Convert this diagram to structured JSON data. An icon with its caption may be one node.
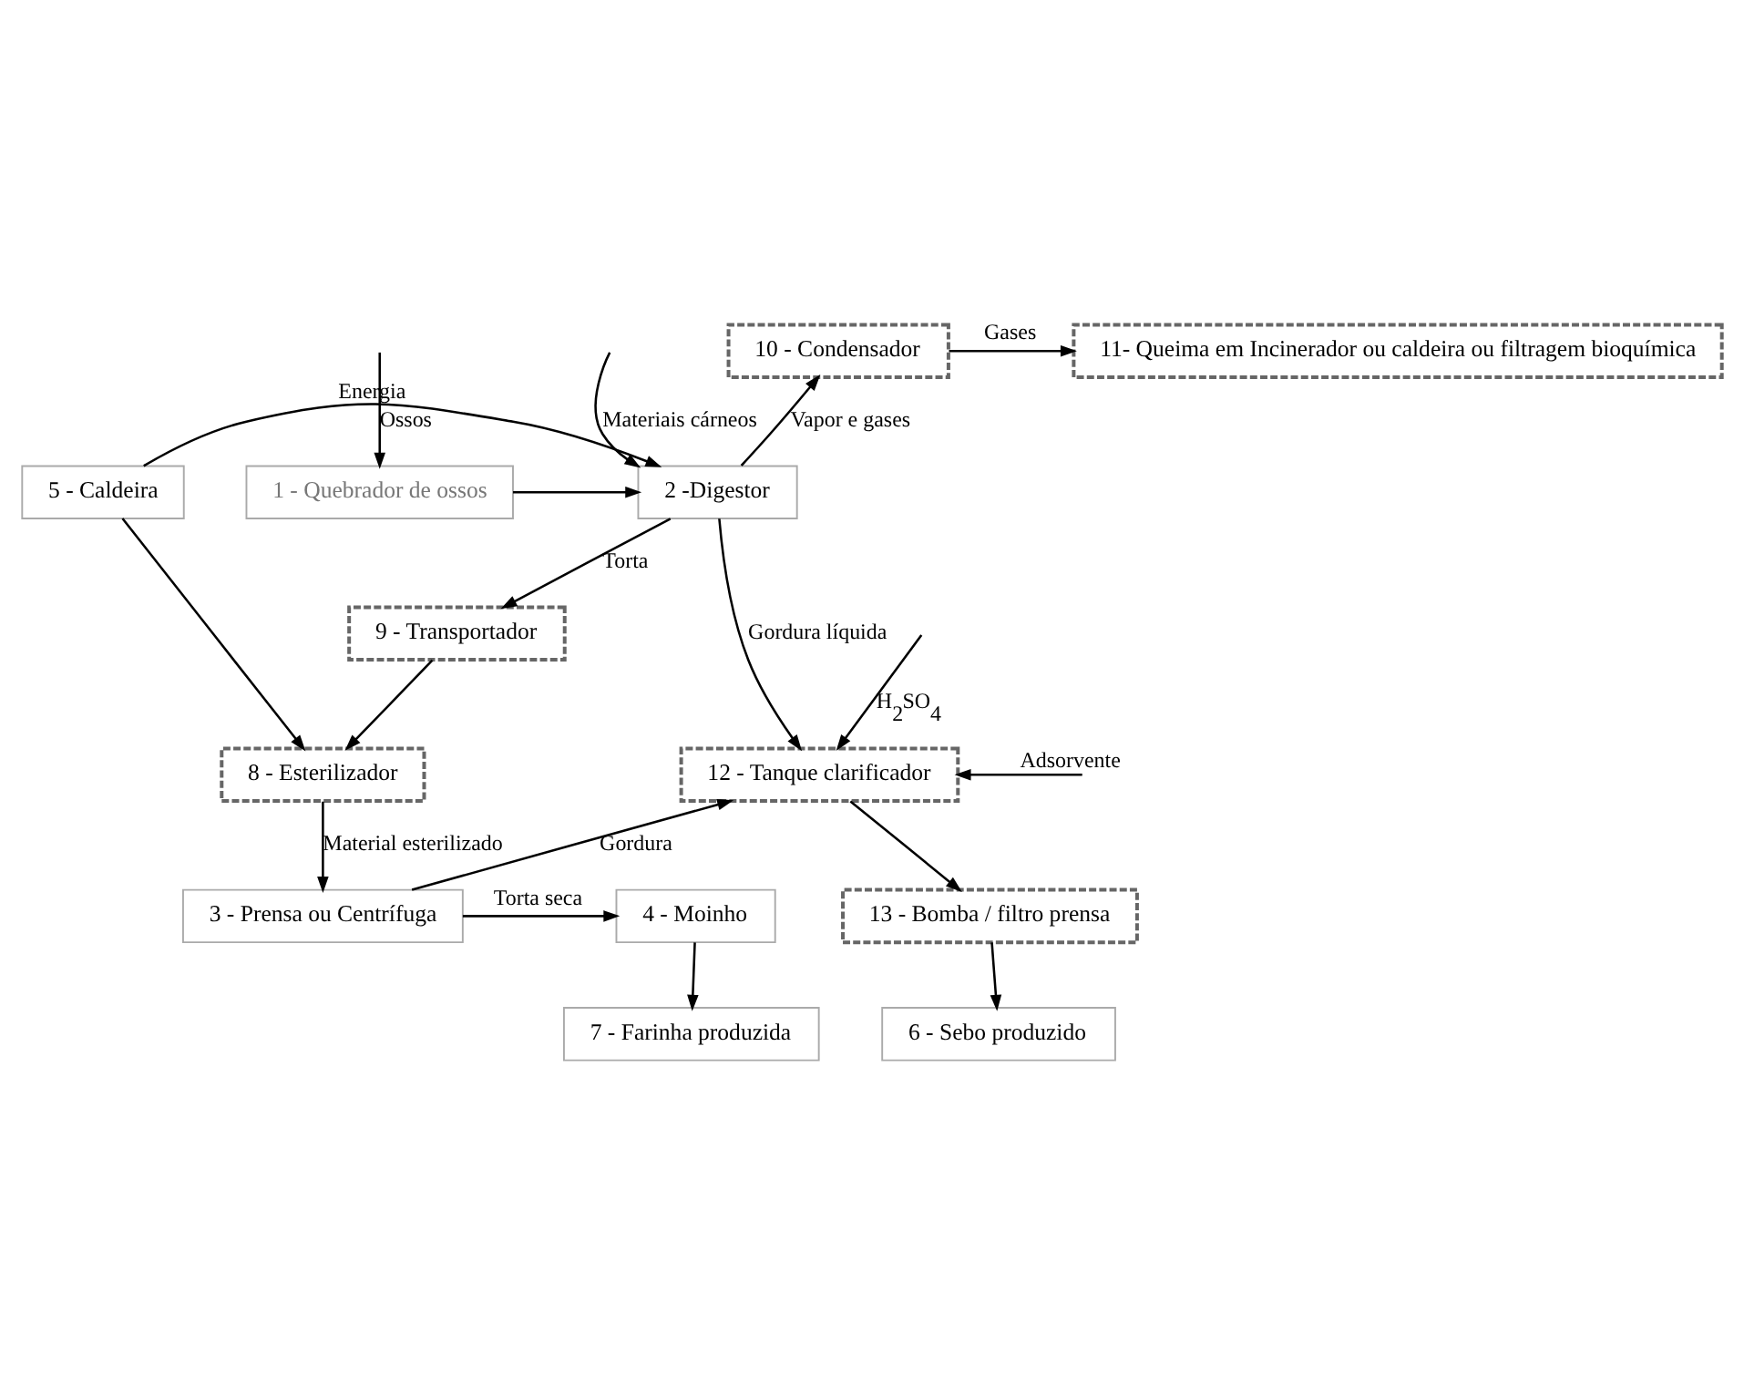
{
  "diagram": {
    "nodes": [
      {
        "text": [
          "11- Queima em Incinerador ou caldeira ou filtragem bioquímica"
        ]
      },
      {
        "text": [
          "10 - Condensador"
        ]
      },
      {
        "text": [
          "5 - Caldeira"
        ]
      },
      {
        "text": [
          "2 -Digestor"
        ]
      },
      {
        "text": [
          "1 - Quebrador de ossos"
        ]
      },
      {
        "text": [
          "9 - Transportador"
        ]
      },
      {
        "text": [
          "12 - Tanque clarificador"
        ]
      },
      {
        "text": [
          "8 - Esterilizador"
        ]
      },
      {
        "text": [
          "13 - Bomba / filtro prensa"
        ]
      },
      {
        "text": [
          "4 - Moinho"
        ]
      },
      {
        "text": [
          "3 - Prensa ou Centrífuga"
        ]
      },
      {
        "text": [
          "6 - Sebo produzido"
        ]
      },
      {
        "text": [
          "7 - Farinha produzida"
        ]
      }
    ],
    "edges": [
      {
        "from": 1,
        "to": 0,
        "arrow": "to",
        "label": "Gases"
      },
      {
        "from": 3,
        "to": 1,
        "arrow": "to",
        "label": "Vapor e gases"
      },
      {
        "from": null,
        "to": 3,
        "arrow": "to",
        "label": "Materiais cárneos"
      },
      {
        "from": 2,
        "to": 3,
        "arrow": "to",
        "label": "Energia"
      },
      {
        "from": 2,
        "to": 7,
        "arrow": "to"
      },
      {
        "from": 4,
        "to": 3,
        "arrow": "to"
      },
      {
        "from": null,
        "to": 4,
        "arrow": "to",
        "label": "Ossos"
      },
      {
        "from": 3,
        "to": 5,
        "arrow": "to",
        "label": "Torta"
      },
      {
        "from": 3,
        "to": 6,
        "arrow": "to",
        "label": "Gordura líquida"
      },
      {
        "from": 5,
        "to": 7,
        "arrow": "to"
      },
      {
        "from": 7,
        "to": 10,
        "arrow": "to",
        "label": "Material esterilizado"
      },
      {
        "from": 10,
        "to": 9,
        "arrow": "to",
        "label": "Torta seca"
      },
      {
        "from": 10,
        "to": 6,
        "arrow": "to",
        "label": "Gordura"
      },
      {
        "from": null,
        "to": 6,
        "arrow": "to",
        "label": "H$_{2}$SO$_{4}$"
      },
      {
        "from": null,
        "to": 6,
        "arrow": "to",
        "label": "Adsorvente"
      },
      {
        "from": 6,
        "to": 8,
        "arrow": "to"
      },
      {
        "from": 8,
        "to": 11,
        "arrow": "to"
      },
      {
        "from": 9,
        "to": 12,
        "arrow": "to"
      }
    ]
  }
}
